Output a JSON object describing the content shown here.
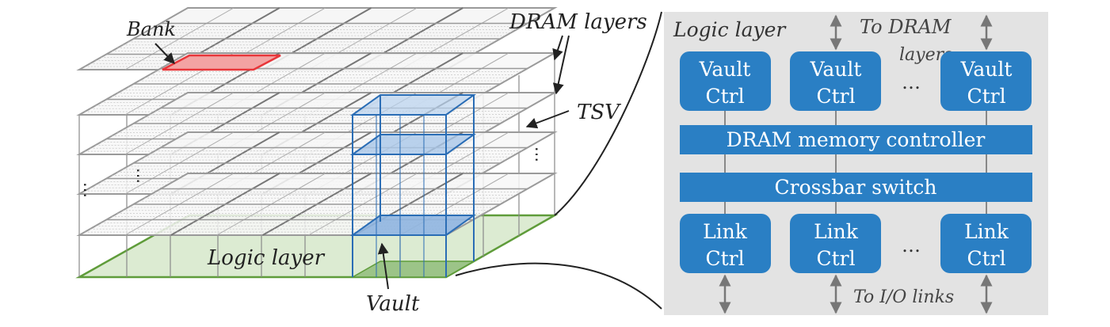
{
  "left": {
    "labels": {
      "bank": "Bank",
      "dram_layers": "DRAM layers",
      "tsv": "TSV",
      "logic_layer": "Logic layer",
      "vault": "Vault"
    },
    "colors": {
      "bank": "#e8363a",
      "vault": "#2a6db5",
      "logic": "#5f9c3a",
      "grid": "#9a9a9a"
    }
  },
  "right": {
    "title": "Logic layer",
    "to_dram": "To DRAM",
    "to_dram_2": "layers",
    "to_io": "To I/O links",
    "vault_ctrl": {
      "line1": "Vault",
      "line2": "Ctrl"
    },
    "link_ctrl": {
      "line1": "Link",
      "line2": "Ctrl"
    },
    "ellipsis": "…",
    "dram_controller": "DRAM memory controller",
    "crossbar": "Crossbar switch",
    "colors": {
      "panel": "#e3e3e3",
      "block": "#2a7fc4",
      "arrow": "#777777"
    }
  }
}
